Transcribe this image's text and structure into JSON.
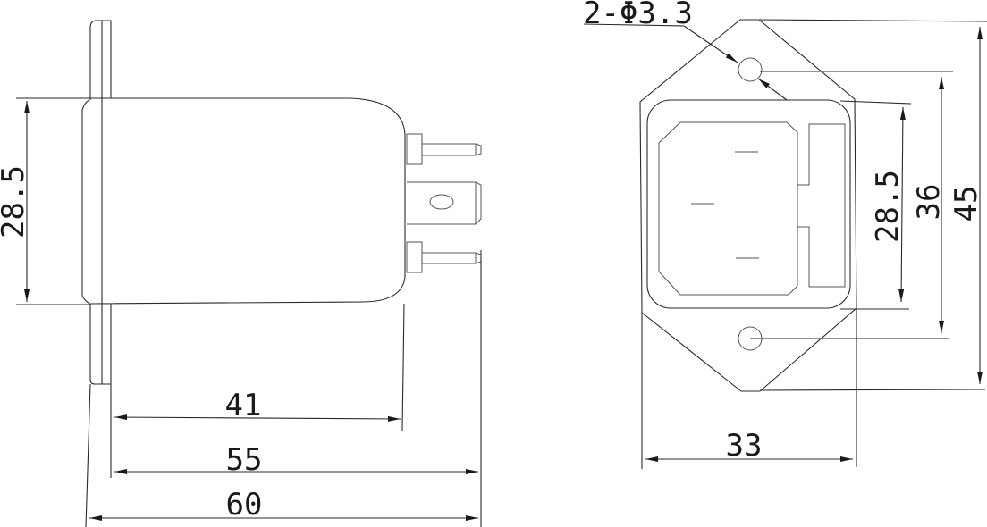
{
  "side_view": {
    "dims": {
      "height": "28.5",
      "body_length": "41",
      "pin_length": "55",
      "overall_length": "60"
    }
  },
  "front_view": {
    "hole_callout": "2-Φ3.3",
    "dims": {
      "inner_height": "28.5",
      "hole_spacing": "36",
      "overall_height": "45",
      "width": "33"
    }
  },
  "colors": {
    "line": "#2a2a2a",
    "background": "#ffffff"
  }
}
